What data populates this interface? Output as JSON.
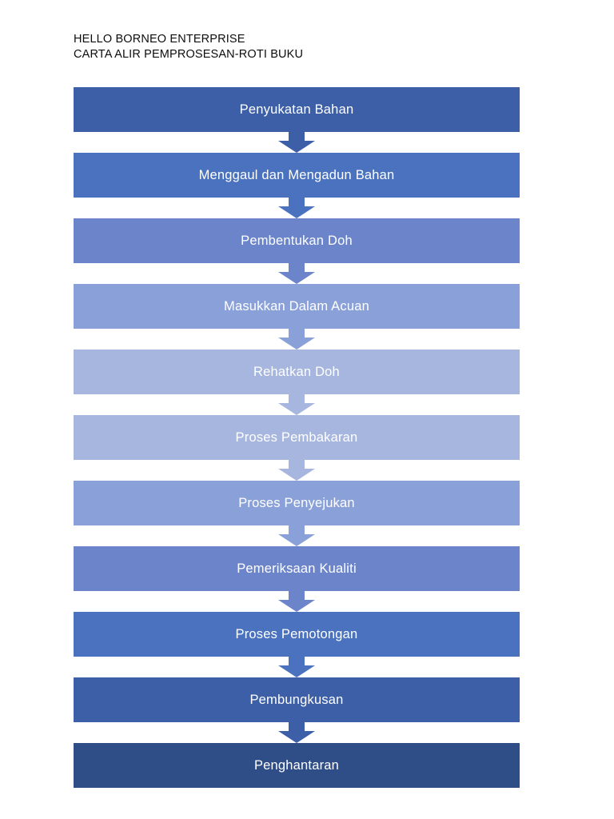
{
  "header": {
    "line1": "HELLO BORNEO ENTERPRISE",
    "line2": "CARTA ALIR PEMPROSESAN-ROTI BUKU"
  },
  "chart_data": {
    "type": "flowchart",
    "orientation": "vertical-top-down",
    "title": "CARTA ALIR PEMPROSESAN-ROTI BUKU",
    "subtitle": "HELLO BORNEO ENTERPRISE",
    "connector_style": "down-arrow",
    "text_color": "#ffffff",
    "background": "#ffffff",
    "step_count": 11,
    "steps": [
      {
        "index": 1,
        "label": "Penyukatan Bahan",
        "color": "#3c5fa8"
      },
      {
        "index": 2,
        "label": "Menggaul dan Mengadun Bahan",
        "color": "#4a72bf"
      },
      {
        "index": 3,
        "label": "Pembentukan Doh",
        "color": "#6c85ca"
      },
      {
        "index": 4,
        "label": "Masukkan Dalam Acuan",
        "color": "#8aa0d8"
      },
      {
        "index": 5,
        "label": "Rehatkan Doh",
        "color": "#a7b6de"
      },
      {
        "index": 6,
        "label": "Proses Pembakaran",
        "color": "#a7b6de"
      },
      {
        "index": 7,
        "label": "Proses Penyejukan",
        "color": "#8aa0d8"
      },
      {
        "index": 8,
        "label": "Pemeriksaan Kualiti",
        "color": "#6c85ca"
      },
      {
        "index": 9,
        "label": "Proses Pemotongan",
        "color": "#4a72bf"
      },
      {
        "index": 10,
        "label": "Pembungkusan",
        "color": "#3c5fa8"
      },
      {
        "index": 11,
        "label": "Penghantaran",
        "color": "#2f4d86"
      }
    ]
  }
}
